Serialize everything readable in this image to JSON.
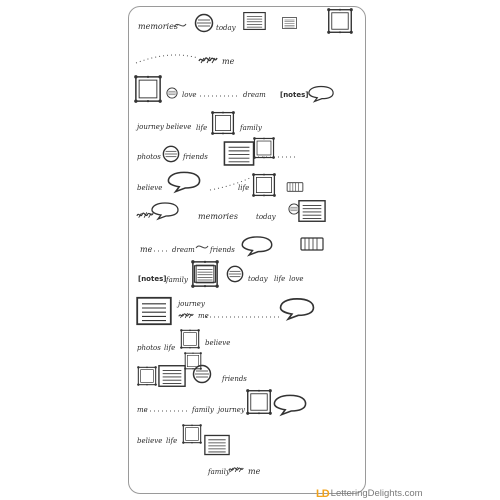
{
  "stamp_words": {
    "memories": "memories",
    "today": "today",
    "love": "love",
    "dream": "dream",
    "notes": "[notes]",
    "friends": "friends",
    "believe": "believe",
    "journey": "journey",
    "life": "life",
    "family": "family",
    "photos": "photos",
    "me": "me"
  },
  "footer": {
    "logo_mark": "LD",
    "logo_text": "LetteringDelights.com"
  }
}
